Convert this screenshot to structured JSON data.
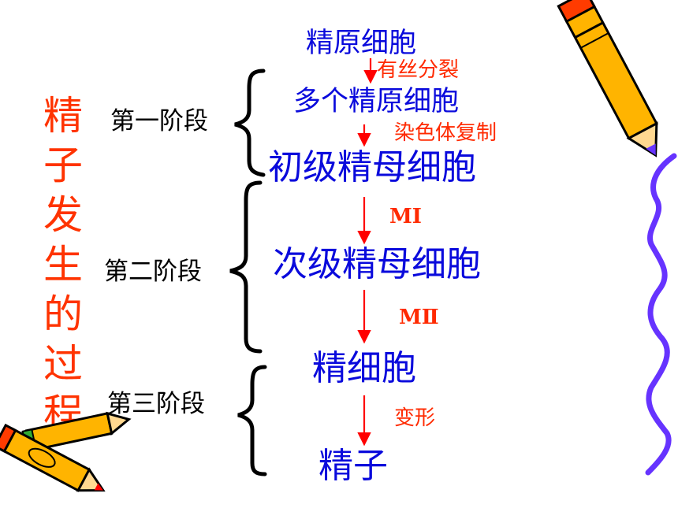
{
  "title": [
    "精",
    "子",
    "发",
    "生",
    "的",
    "过",
    "程"
  ],
  "stages": [
    "第一阶段",
    "第二阶段",
    "第三阶段"
  ],
  "cells": [
    "精原细胞",
    "多个精原细胞",
    "初级精母细胞",
    "次级精母细胞",
    "精细胞",
    "精子"
  ],
  "notes": [
    "有丝分裂",
    "染色体复制",
    "MⅠ",
    "MⅡ",
    "变形"
  ],
  "colors": {
    "title": "#ff3300",
    "cell": "#0a0adc",
    "note": "#ff2a00",
    "arrow": "#ff0000",
    "wavy_line": "#6633ff"
  },
  "decorations": [
    "pencil-icon",
    "crayons-icon",
    "wavy-line"
  ]
}
